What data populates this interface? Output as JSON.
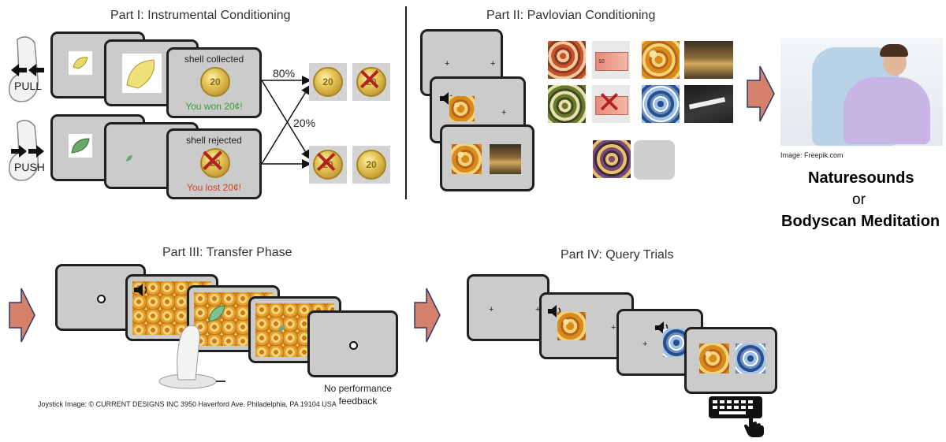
{
  "part1": {
    "title": "Part I: Instrumental Conditioning",
    "pull_label": "PULL",
    "push_label": "PUSH",
    "collected_text": "shell collected",
    "won_text": "You won 20¢!",
    "rejected_text": "shell rejected",
    "lost_text": "You lost 20¢!",
    "coin_label": "20",
    "pct_80": "80%",
    "pct_20": "20%",
    "won_color": "#3a9a3a",
    "lost_color": "#d0402a"
  },
  "part2": {
    "title": "Part II: Pavlovian Conditioning",
    "note_label": "10"
  },
  "relaxation": {
    "image_credit": "Image: Freepik.com",
    "option_a": "Naturesounds",
    "or_text": "or",
    "option_b": "Bodyscan Meditation"
  },
  "part3": {
    "title": "Part III: Transfer Phase",
    "no_feedback": "No performance feedback",
    "joystick_credit": "Joystick Image: © CURRENT DESIGNS INC 3950 Haverford Ave. Philadelphia, PA 19104 USA"
  },
  "part4": {
    "title": "Part IV: Query Trials"
  },
  "colors": {
    "arrow": "#d4806a",
    "screen": "#cbcbcb",
    "cross_red": "#b22222"
  },
  "icons": [
    "speaker-icon",
    "keyboard-icon",
    "hand-cursor-icon",
    "coin-icon",
    "shell-icon",
    "leaf-icon",
    "joystick-icon",
    "arrow-right-icon"
  ]
}
